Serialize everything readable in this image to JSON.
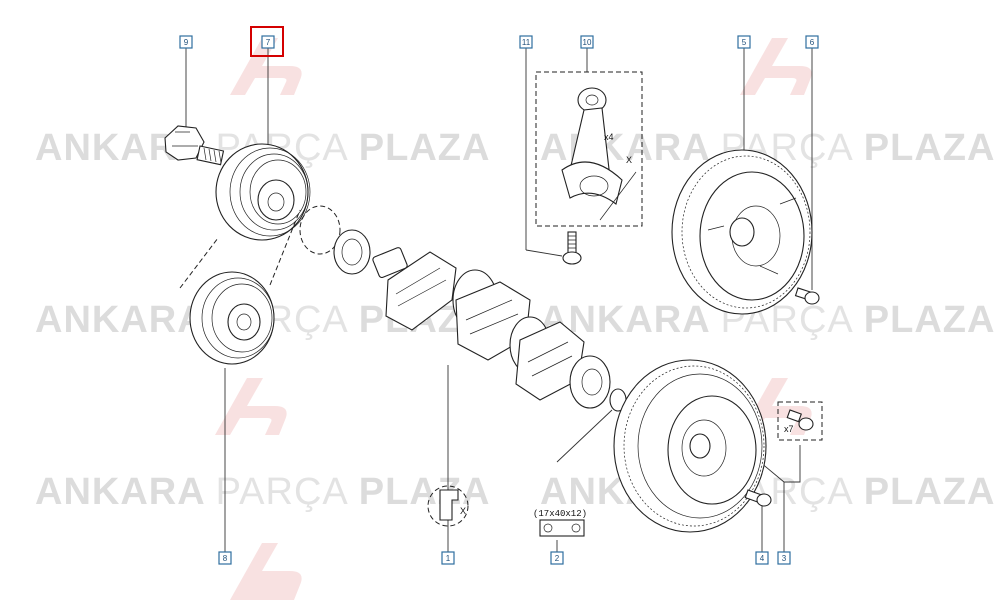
{
  "watermark": {
    "bold_word": "ANKARA",
    "light_word": "PARÇA",
    "bold_word_2": "PLAZA",
    "logo_color": "#f2c9c9"
  },
  "highlight_color": "#d40000",
  "callouts": [
    {
      "id": "c9",
      "label": "9"
    },
    {
      "id": "c7",
      "label": "7",
      "highlighted": true
    },
    {
      "id": "c11",
      "label": "11"
    },
    {
      "id": "c10",
      "label": "10"
    },
    {
      "id": "c5",
      "label": "5"
    },
    {
      "id": "c6",
      "label": "6"
    },
    {
      "id": "c8",
      "label": "8"
    },
    {
      "id": "c1",
      "label": "1"
    },
    {
      "id": "c2",
      "label": "2"
    },
    {
      "id": "c4",
      "label": "4"
    },
    {
      "id": "c3",
      "label": "3"
    }
  ],
  "notes": {
    "rod_qty": "x4",
    "rod_dim": "X",
    "bolt_qty": "x7",
    "bearing_spec": "(17x40x12)",
    "detail_dim": "X"
  }
}
